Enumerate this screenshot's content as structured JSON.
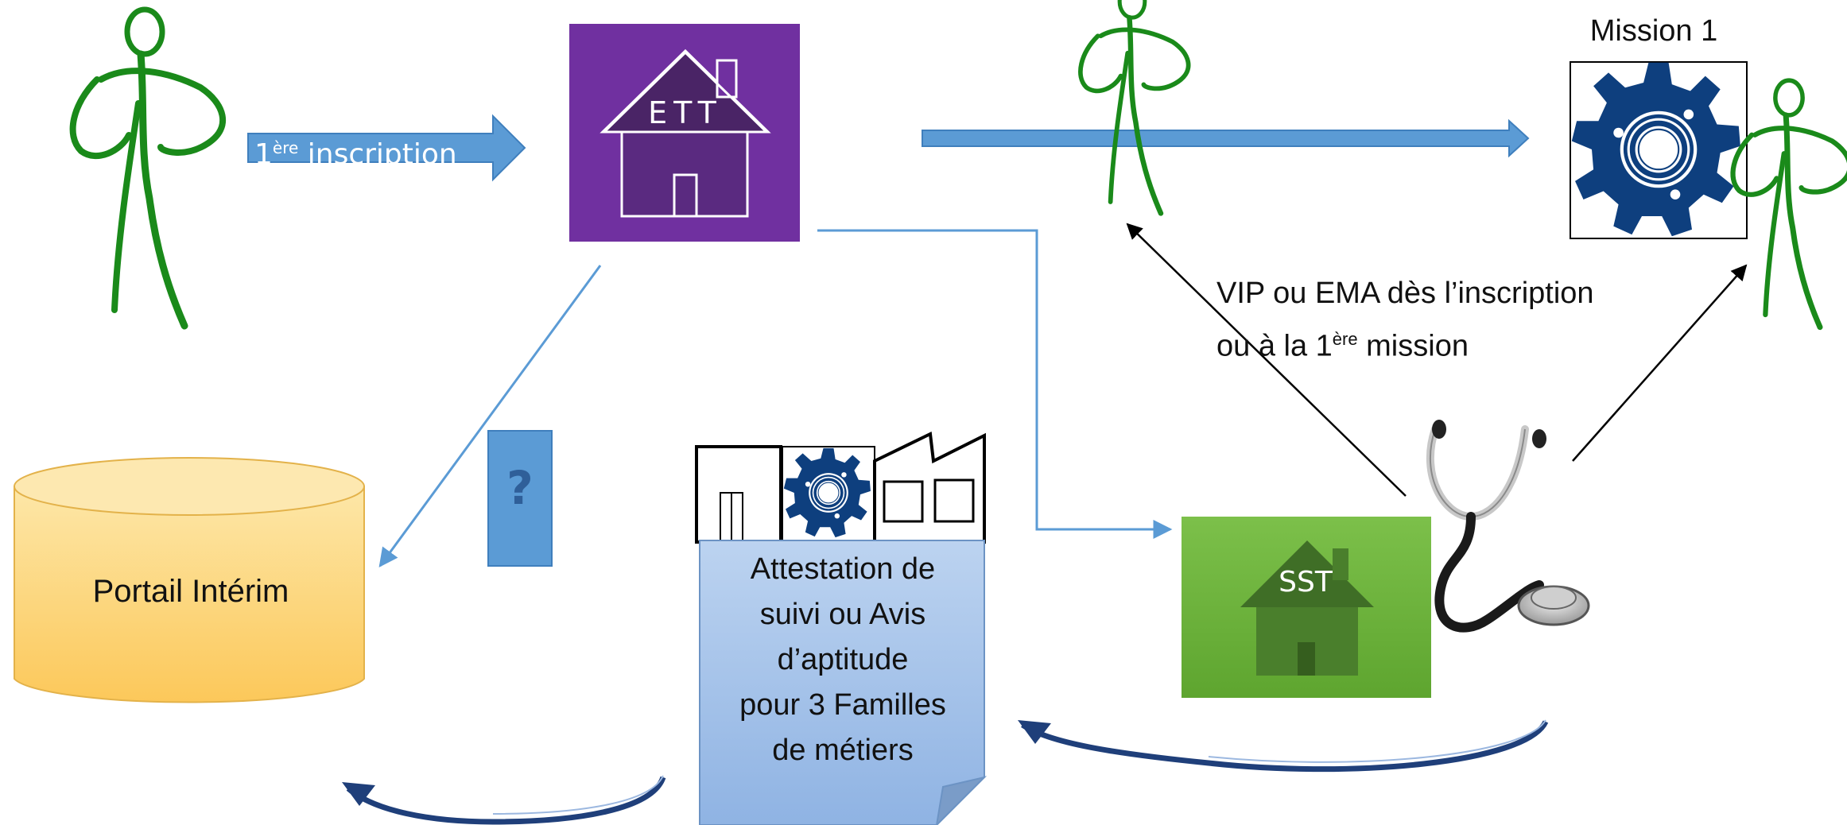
{
  "arrow_inscription": {
    "text": "1",
    "sup": "ère",
    "rest": " inscription"
  },
  "ett": {
    "label": "ETT"
  },
  "mission": {
    "title": "Mission 1"
  },
  "sst": {
    "label": "SST"
  },
  "vip_note": {
    "line1": "VIP ou EMA dès l’inscription",
    "line2_prefix": "ou à la 1",
    "line2_sup": "ère",
    "line2_suffix": " mission"
  },
  "portail": {
    "label": "Portail Intérim"
  },
  "document": {
    "lines": [
      "Attestation de",
      "suivi ou Avis",
      "d’aptitude",
      "pour 3 Familles",
      "de métiers"
    ]
  },
  "question_box": {
    "symbol": "?"
  },
  "colors": {
    "figure_green": "#1a8a1a",
    "ett_purple": "#7030a0",
    "arrow_blue": "#5b9bd5",
    "gear_blue": "#0e3f7e",
    "sst_green": "#6fb23f",
    "portail_yellow": "#fcd26a",
    "doc_blue": "#a9c7ea"
  },
  "icons": [
    "person-icon",
    "house-icon",
    "gear-icon",
    "factory-icon",
    "stethoscope-icon",
    "database-icon"
  ]
}
